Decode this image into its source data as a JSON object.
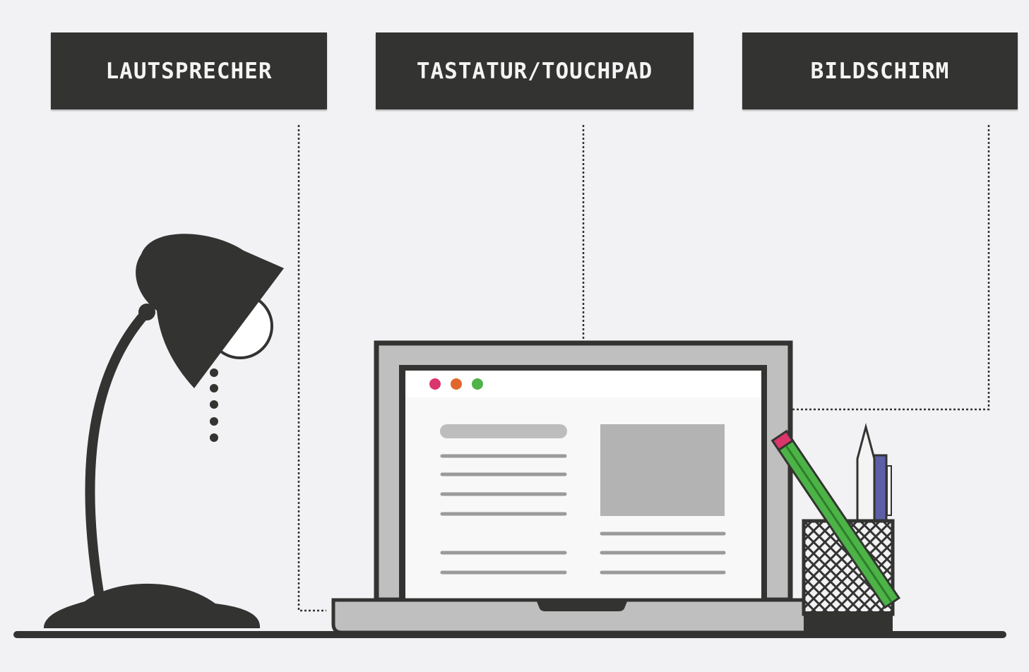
{
  "labels": {
    "speaker": "LAUTSPRECHER",
    "keyboard": "TASTATUR/TOUCHPAD",
    "screen": "BILDSCHIRM"
  },
  "colors": {
    "dark": "#333431",
    "background": "#f2f2f5",
    "dot_red": "#d9366b",
    "dot_orange": "#e0662e",
    "dot_green": "#4fb34a",
    "pencil_green": "#4cb347",
    "pen_blue": "#5c5fa8"
  },
  "icons": [
    "desk-lamp-icon",
    "laptop-icon",
    "pencil-holder-icon"
  ]
}
